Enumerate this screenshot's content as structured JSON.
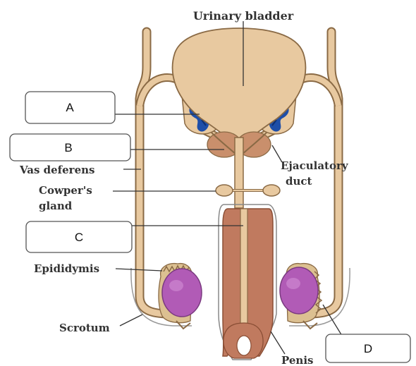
{
  "labels": {
    "urinary_bladder": "Urinary bladder",
    "vas_deferens": "Vas deferens",
    "cowpers_line1": "Cowper's",
    "cowpers_line2": "gland",
    "ejaculatory_line1": "Ejaculatory",
    "ejaculatory_line2": "duct",
    "epididymis": "Epididymis",
    "scrotum": "Scrotum",
    "penis": "Penis"
  },
  "answer_boxes": {
    "a": "A",
    "b": "B",
    "c": "C",
    "d": "D"
  },
  "colors": {
    "tissue": "#e8c9a0",
    "outline": "#8a6a45",
    "erectile": "#c07a5f",
    "seminal": "#1e4ea8",
    "prostate": "#c98f6c",
    "testis": "#b15bb6",
    "epididymis": "#dcc091"
  }
}
